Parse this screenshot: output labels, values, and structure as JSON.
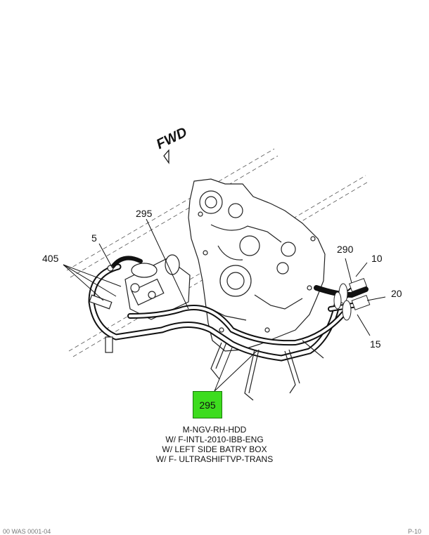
{
  "direction_label": "FWD",
  "callouts": {
    "c295_top": "295",
    "c5": "5",
    "c405": "405",
    "c290": "290",
    "c10": "10",
    "c20": "20",
    "c15": "15",
    "c295_highlight": "295"
  },
  "highlight_color": "#3ddc1e",
  "caption": [
    "M-NGV-RH-HDD",
    "W/ F-INTL-2010-IBB-ENG",
    "W/ LEFT SIDE BATRY BOX",
    "W/ F- ULTRASHIFTVP-TRANS"
  ],
  "footer": {
    "left": "00 WAS 0001-04",
    "right": "P-10"
  }
}
